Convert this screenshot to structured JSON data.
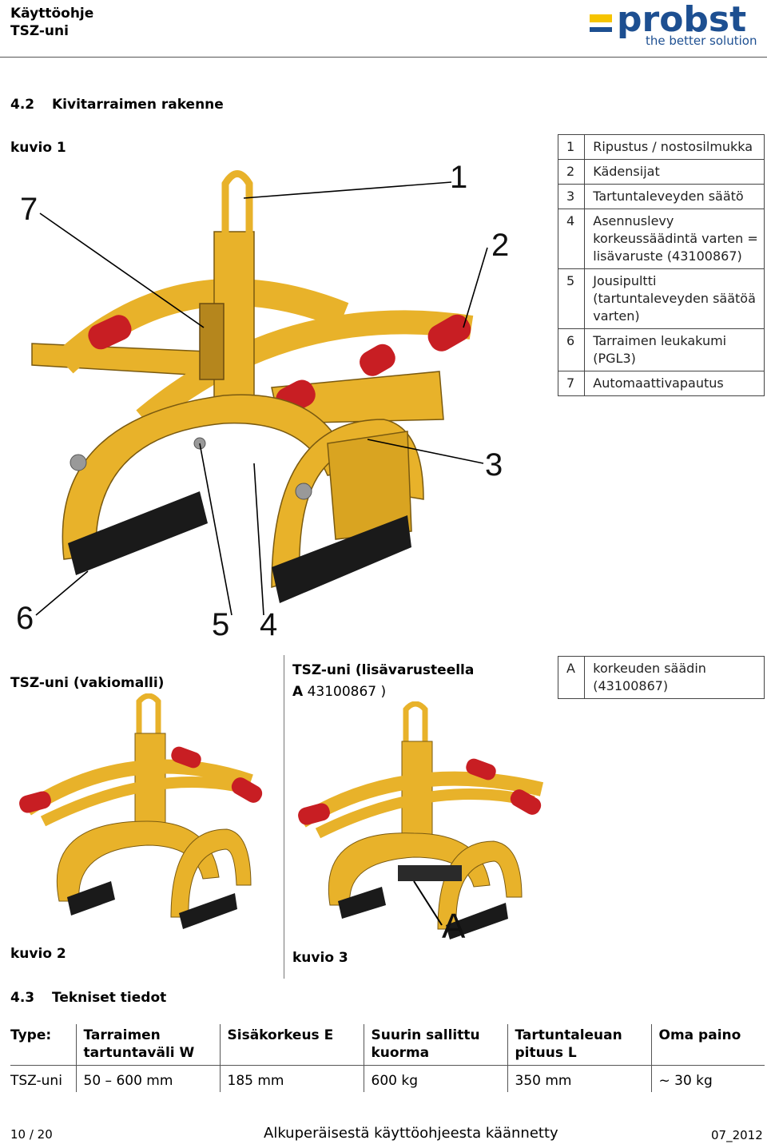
{
  "header": {
    "title_line1": "Käyttöohje",
    "title_line2": "TSZ-uni",
    "logo_word": "probst",
    "logo_tagline": "the better solution"
  },
  "section_42": {
    "number": "4.2",
    "title": "Kivitarraimen rakenne"
  },
  "figure1": {
    "caption": "kuvio 1",
    "callouts": [
      "1",
      "2",
      "3",
      "4",
      "5",
      "6",
      "7"
    ],
    "legend": [
      {
        "n": "1",
        "text": "Ripustus / nostosilmukka"
      },
      {
        "n": "2",
        "text": "Kädensijat"
      },
      {
        "n": "3",
        "text": "Tartuntaleveyden säätö"
      },
      {
        "n": "4",
        "text": "Asennuslevy korkeussäädintä varten = lisävaruste (43100867)"
      },
      {
        "n": "5",
        "text": "Jousipultti (tartuntaleveyden säätöä varten)"
      },
      {
        "n": "6",
        "text": "Tarraimen leukakumi (PGL3)"
      },
      {
        "n": "7",
        "text": "Automaattivapautus"
      }
    ]
  },
  "figure2": {
    "title": "TSZ-uni (vakiomalli)",
    "caption": "kuvio  2"
  },
  "figure3": {
    "title_line1": "TSZ-uni (lisävarusteella",
    "title_line2_bold": "A",
    "title_line2_rest": " 43100867 )",
    "caption": "kuvio  3",
    "callout": "A",
    "legend": {
      "n": "A",
      "text": "korkeuden säädin (43100867)"
    }
  },
  "section_43": {
    "number": "4.3",
    "title": "Tekniset tiedot"
  },
  "spec_table": {
    "headers": [
      "Type:",
      "Tarraimen tartuntaväli W",
      "Sisäkorkeus E",
      "Suurin sallittu kuorma",
      "Tartuntaleuan pituus L",
      "Oma paino"
    ],
    "row": [
      "TSZ-uni",
      "50 – 600 mm",
      "185 mm",
      "600 kg",
      "350 mm",
      "~ 30 kg"
    ]
  },
  "footer": {
    "page": "10 / 20",
    "center": "Alkuperäisestä käyttöohjeesta käännetty",
    "date": "07_2012"
  },
  "colors": {
    "brand_blue": "#1d4f91",
    "brand_yellow": "#f6c400",
    "frame_yellow": "#e8b22a",
    "grip_red": "#c81e23"
  }
}
